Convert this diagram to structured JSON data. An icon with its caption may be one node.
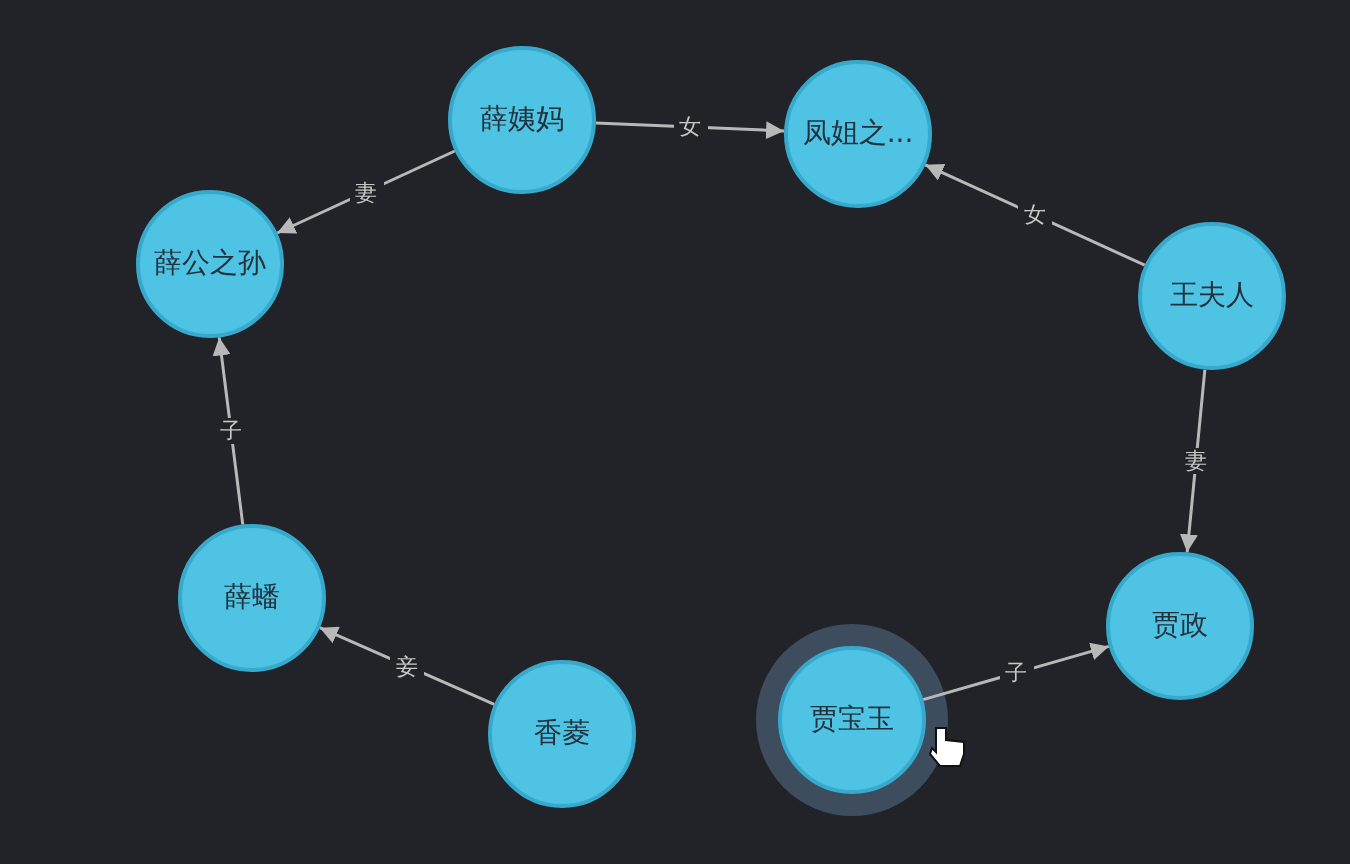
{
  "diagram": {
    "nodes": [
      {
        "text": [
          "薛姨妈"
        ]
      },
      {
        "text": [
          "凤姐之..."
        ]
      },
      {
        "text": [
          "薛公之孙"
        ]
      },
      {
        "text": [
          "王夫人"
        ]
      },
      {
        "text": [
          "薛蟠"
        ]
      },
      {
        "text": [
          "香菱"
        ]
      },
      {
        "text": [
          "贾宝玉"
        ]
      },
      {
        "text": [
          "贾政"
        ]
      }
    ],
    "edges": [
      {
        "from": 0,
        "to": 1,
        "arrow": "to",
        "label": "女"
      },
      {
        "from": 0,
        "to": 2,
        "arrow": "to",
        "label": "妻"
      },
      {
        "from": 3,
        "to": 1,
        "arrow": "to",
        "label": "女"
      },
      {
        "from": 3,
        "to": 7,
        "arrow": "to",
        "label": "妻"
      },
      {
        "from": 4,
        "to": 2,
        "arrow": "to",
        "label": "子"
      },
      {
        "from": 5,
        "to": 4,
        "arrow": "to",
        "label": "妾"
      },
      {
        "from": 6,
        "to": 7,
        "arrow": "to",
        "label": "子"
      }
    ]
  }
}
